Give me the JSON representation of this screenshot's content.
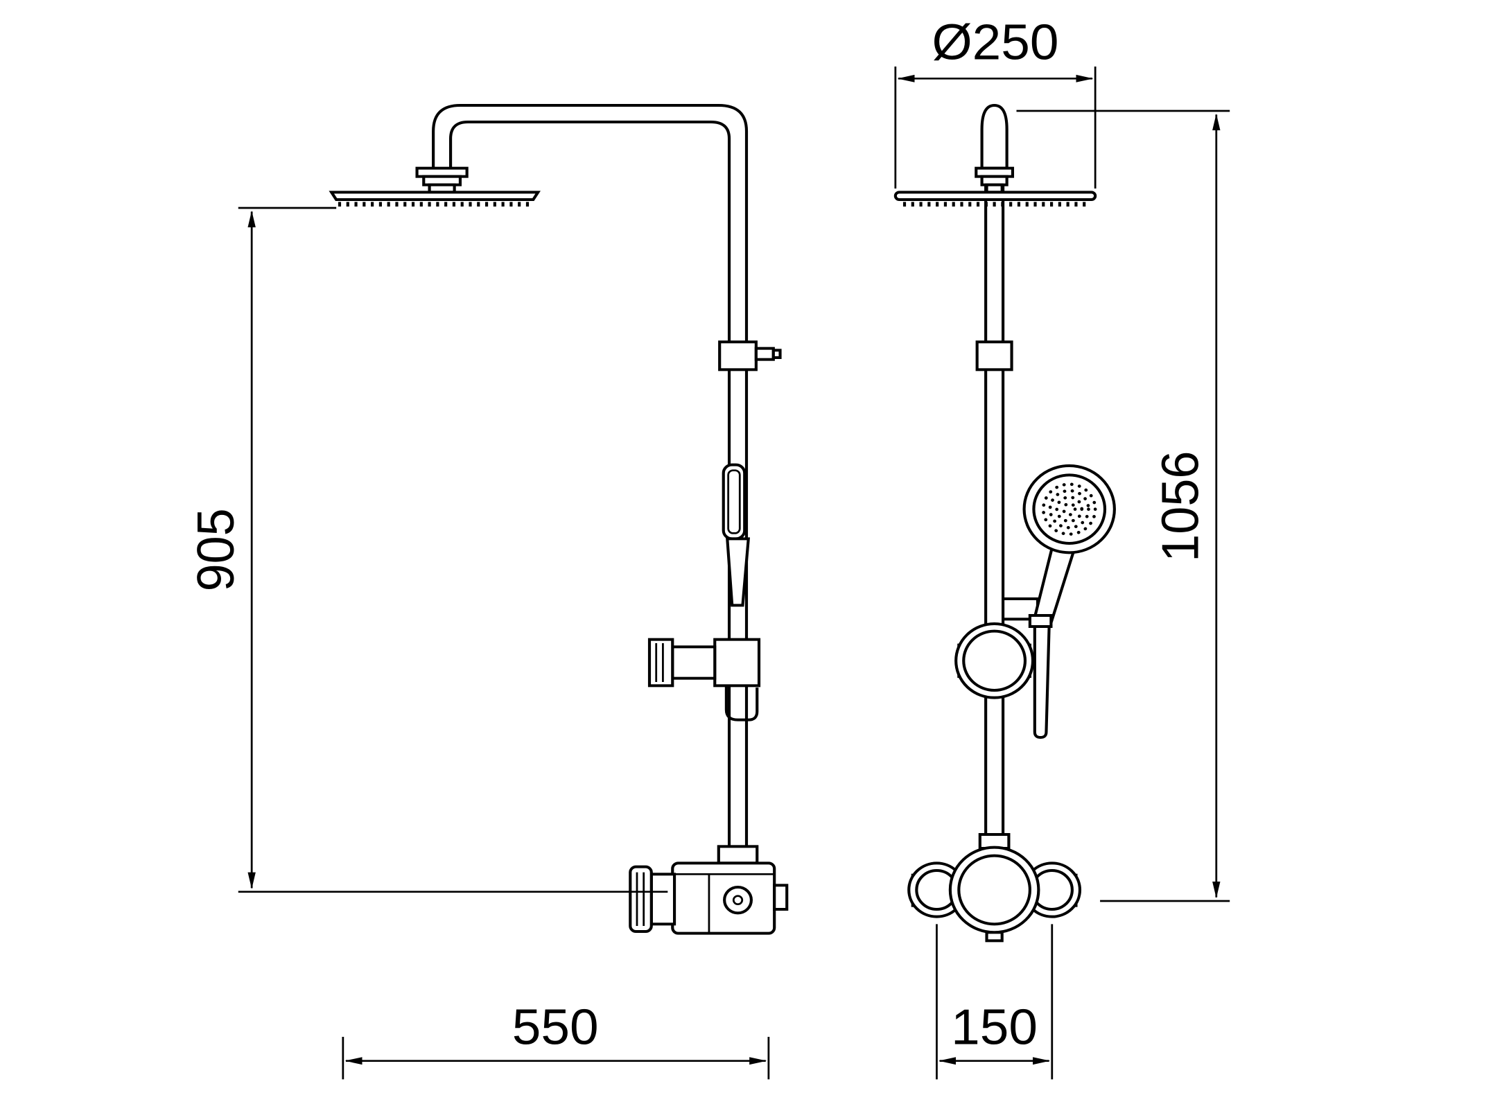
{
  "canvas": {
    "background": "#ffffff",
    "line_color": "#000000"
  },
  "drawing": {
    "type": "technical-dimension-drawing",
    "subject": "Shower column with overhead rain head, hand shower and mixer valve — side and front elevations",
    "dimensions": {
      "head_diameter": "Ø250",
      "riser_height": "905",
      "overall_height": "1056",
      "reach": "550",
      "valve_centres": "150"
    }
  }
}
